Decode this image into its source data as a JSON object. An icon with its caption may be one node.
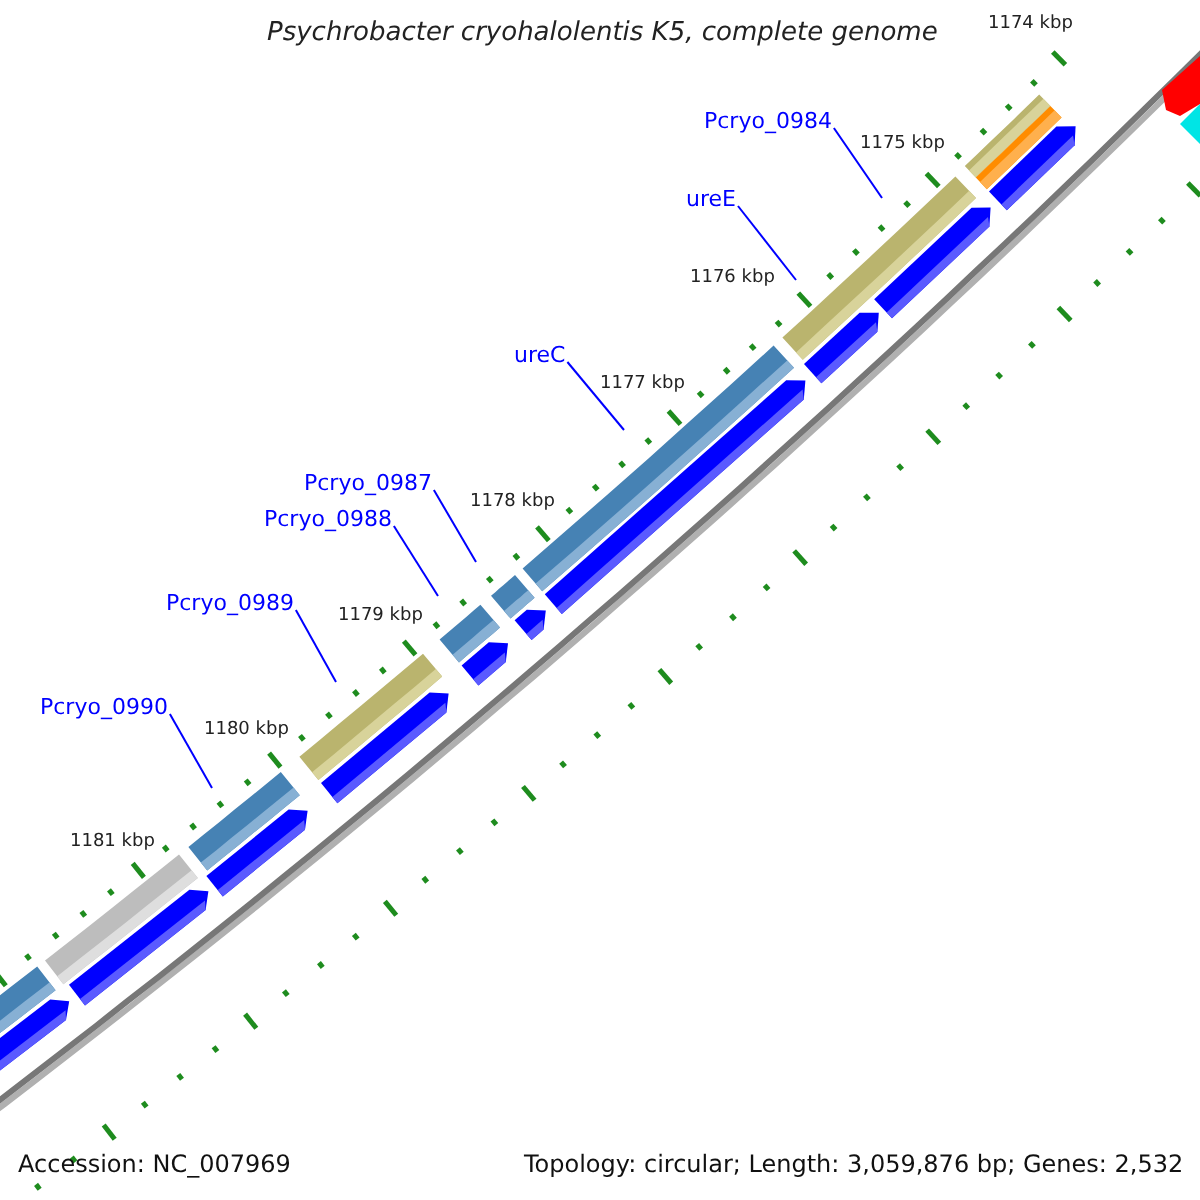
{
  "diagram": {
    "title": "Psychrobacter cryohalolentis K5, complete genome",
    "nodes": [
      {
        "text": [
          "Pcryo_0984"
        ]
      },
      {
        "text": [
          "ureE"
        ]
      },
      {
        "text": [
          "ureC"
        ]
      },
      {
        "text": [
          "Pcryo_0987"
        ]
      },
      {
        "text": [
          "Pcryo_0988"
        ]
      },
      {
        "text": [
          "Pcryo_0989"
        ]
      },
      {
        "text": [
          "Pcryo_0990"
        ]
      }
    ],
    "edges": [
      {
        "from": 0,
        "to": null,
        "arrow": "none"
      },
      {
        "from": 1,
        "to": null,
        "arrow": "none"
      },
      {
        "from": 2,
        "to": null,
        "arrow": "none"
      },
      {
        "from": 3,
        "to": null,
        "arrow": "none"
      },
      {
        "from": 4,
        "to": null,
        "arrow": "none"
      },
      {
        "from": 5,
        "to": null,
        "arrow": "none"
      },
      {
        "from": 6,
        "to": null,
        "arrow": "none"
      }
    ],
    "labels": [
      "1174 kbp",
      "1175 kbp",
      "1176 kbp",
      "1177 kbp",
      "1178 kbp",
      "1179 kbp",
      "1180 kbp",
      "1181 kbp",
      "Accession: NC_007969",
      "Topology: circular; Length: 3,059,876 bp; Genes: 2,532"
    ]
  }
}
